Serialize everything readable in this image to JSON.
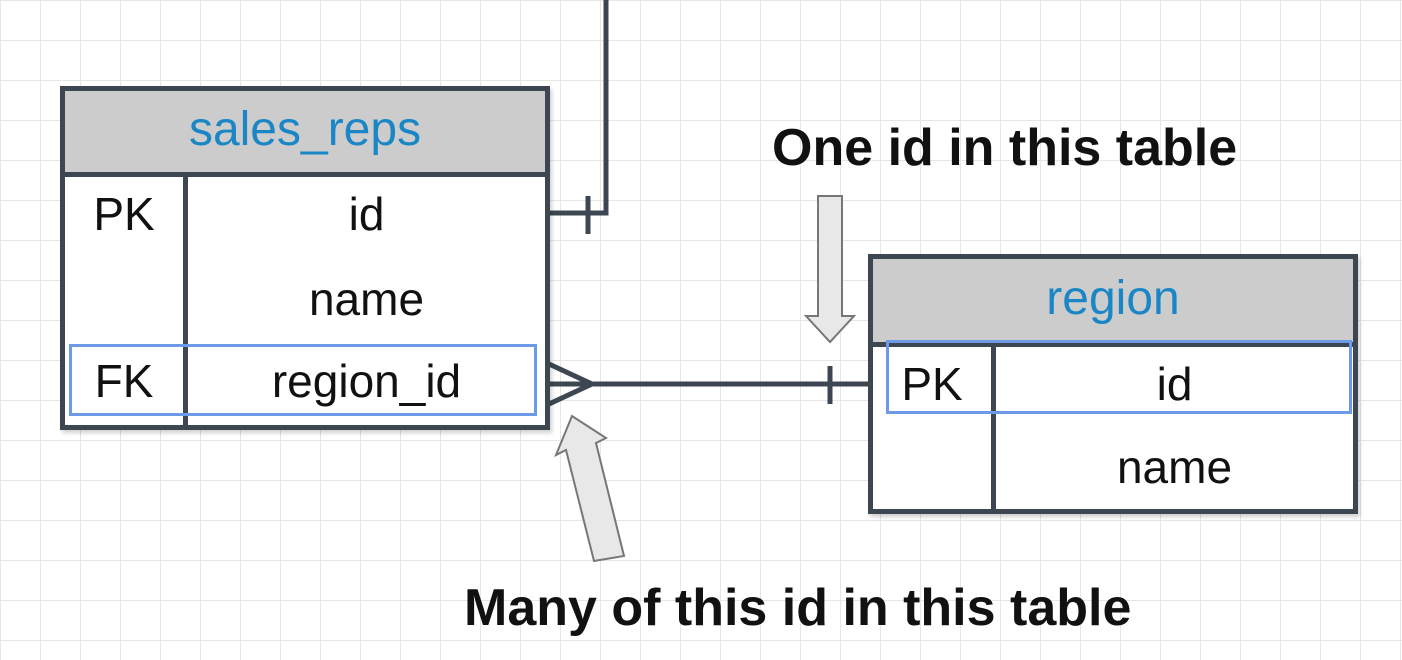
{
  "entities": {
    "sales_reps": {
      "title": "sales_reps",
      "rows": [
        {
          "key": "PK",
          "field": "id"
        },
        {
          "key": "",
          "field": "name"
        },
        {
          "key": "FK",
          "field": "region_id"
        }
      ]
    },
    "region": {
      "title": "region",
      "rows": [
        {
          "key": "PK",
          "field": "id"
        },
        {
          "key": "",
          "field": "name"
        }
      ]
    }
  },
  "annotations": {
    "one_label": "One id in this table",
    "many_label": "Many of this id in this table"
  },
  "colors": {
    "border": "#3d4752",
    "header_bg": "#cccccc",
    "title_text": "#1a86c6",
    "highlight": "#6c9ae6",
    "arrow_fill": "#e8e8e8",
    "arrow_stroke": "#777777"
  },
  "relationship": {
    "from": "sales_reps.region_id",
    "to": "region.id",
    "cardinality": "many-to-one"
  }
}
